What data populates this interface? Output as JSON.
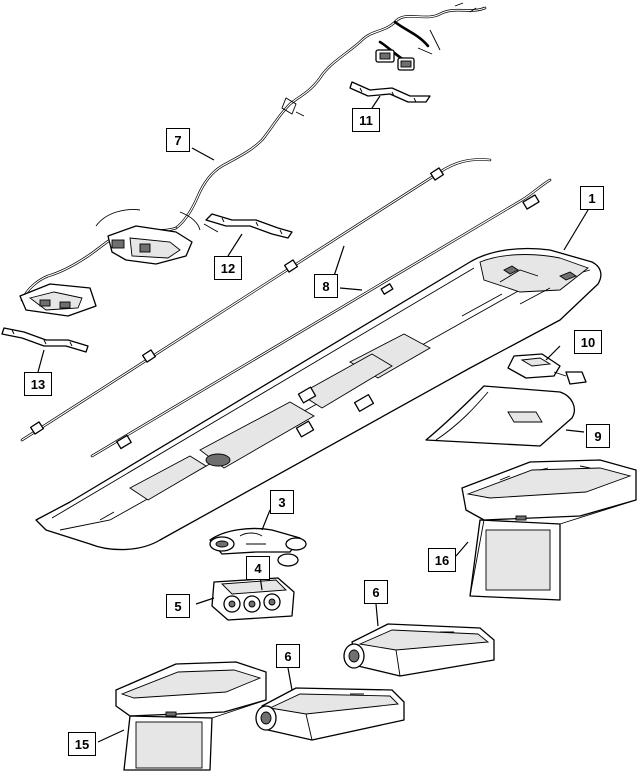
{
  "callouts": {
    "c1": "1",
    "c3": "3",
    "c4": "4",
    "c5": "5",
    "c6a": "6",
    "c6b": "6",
    "c7": "7",
    "c8": "8",
    "c9": "9",
    "c10": "10",
    "c11": "11",
    "c12": "12",
    "c13": "13",
    "c15": "15",
    "c16": "16"
  }
}
